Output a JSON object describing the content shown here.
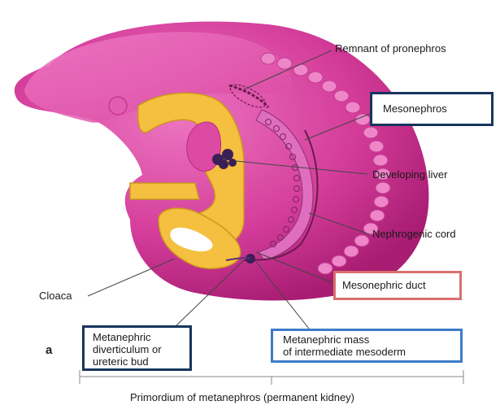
{
  "labels": {
    "remnant_pronephros": "Remnant of pronephros",
    "mesonephros": "Mesonephros",
    "developing_liver": "Developing liver",
    "nephrogenic_cord": "Nephrogenic cord",
    "mesonephric_duct": "Mesonephric duct",
    "cloaca": "Cloaca",
    "metanephric_diverticulum": [
      "Metanephric",
      "diverticulum or",
      "ureteric bud"
    ],
    "metanephric_mass": [
      "Metanephric mass",
      "of intermediate mesoderm"
    ],
    "primordium": "Primordium of metanephros (permanent kidney)",
    "figure_letter": "a"
  },
  "colors": {
    "embryo_body": "#d43d9a",
    "embryo_dark": "#a81c72",
    "gut_yellow": "#f5bf3f",
    "box_dark": "#16365c",
    "box_red": "#d9706e",
    "box_blue": "#3d7cc9"
  }
}
